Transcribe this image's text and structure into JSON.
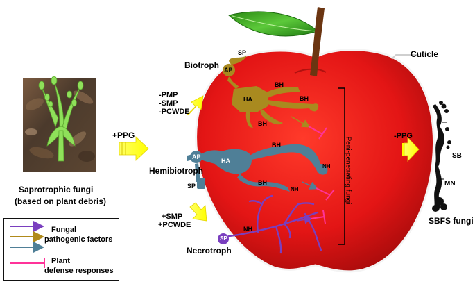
{
  "labels": {
    "saprotrophic_title": "Saprotrophic fungi",
    "saprotrophic_sub": "(based on plant debris)",
    "plus_ppg": "+PPG",
    "minus_ppg": "-PPG",
    "biotroph": "Biotroph",
    "hemibiotroph": "Hemibiotroph",
    "necrotroph": "Necrotroph",
    "cuticle": "Cuticle",
    "sbfs": "SBFS fungi",
    "sb": "SB",
    "mn": "MN",
    "peni": "Peni-penetrating fungi",
    "biotroph_factors": [
      "-PMP",
      "-SMP",
      "-PCWDE"
    ],
    "necrotroph_factors": [
      "+SMP",
      "+PCWDE"
    ],
    "sp": "SP",
    "ap": "AP",
    "ha": "HA",
    "bh": "BH",
    "nh": "NH"
  },
  "legend": {
    "items": [
      {
        "text_lines": [
          "Fungal",
          "pathogenic factors"
        ],
        "colors": [
          "#7a3fbf",
          "#b08a1a",
          "#4f7f97"
        ]
      },
      {
        "text_lines": [
          "Plant",
          "defense responses"
        ],
        "color": "#ff3399"
      }
    ]
  },
  "colors": {
    "apple_red": "#e01a1a",
    "biotroph": "#a98a1f",
    "hemibiotroph": "#4f7f97",
    "necrotroph": "#7a3fbf",
    "defense": "#ff3399",
    "arrow_yellow": "#ffff00",
    "leaf_green": "#3da324",
    "stem_brown": "#6b3511"
  }
}
